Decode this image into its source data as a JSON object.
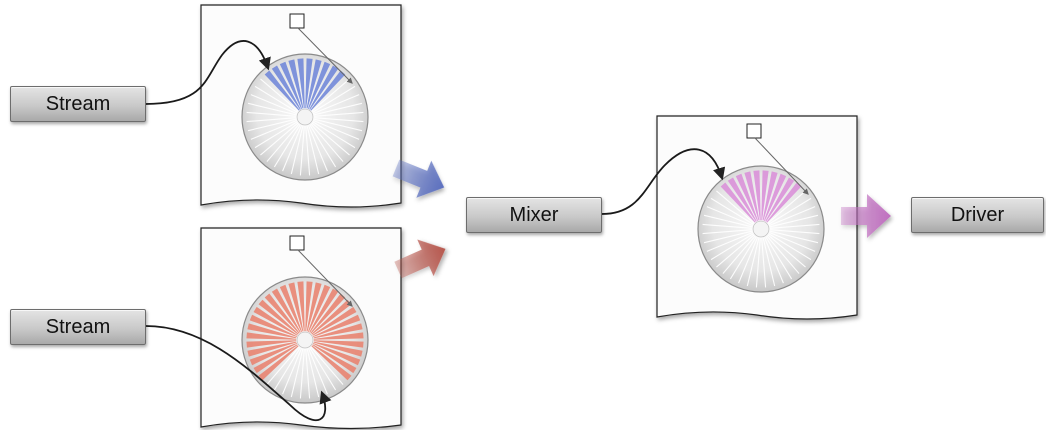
{
  "nodes": {
    "stream_top": "Stream",
    "stream_bottom": "Stream",
    "mixer": "Mixer",
    "driver": "Driver"
  },
  "buffers": [
    {
      "id": "stream-1-buffer",
      "fill_color": "#6f86d8",
      "filled_fraction": 0.24
    },
    {
      "id": "stream-2-buffer",
      "fill_color": "#e8826e",
      "filled_fraction": 0.74
    },
    {
      "id": "mixer-buffer",
      "fill_color": "#d98fd8",
      "filled_fraction": 0.24
    }
  ],
  "colors": {
    "flow_blue": "#5b6fbf",
    "flow_red": "#b7574d",
    "flow_violet": "#c06fc0"
  }
}
